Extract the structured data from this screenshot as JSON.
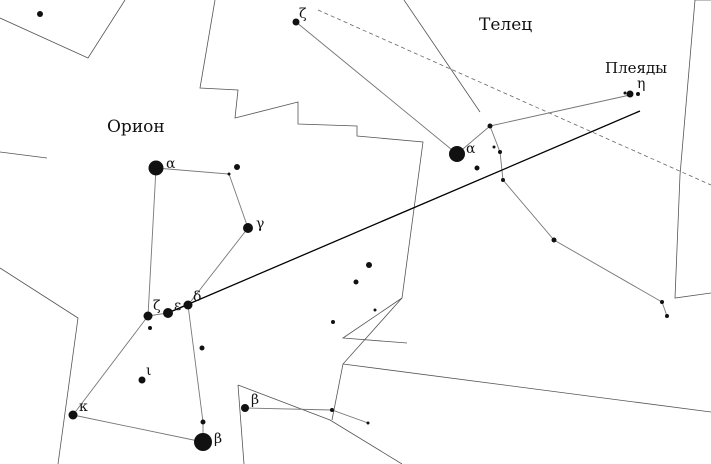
{
  "constellations": {
    "orion": "Орион",
    "taurus": "Телец",
    "pleiades": "Плеяды"
  },
  "labels": {
    "orion_alpha": "α",
    "orion_gamma": "γ",
    "orion_zeta": "ζ",
    "orion_epsilon": "ε",
    "orion_delta": "δ",
    "orion_iota": "ι",
    "orion_kappa": "κ",
    "orion_beta": "β",
    "taurus_alpha": "α",
    "taurus_zeta": "ζ",
    "taurus_eta": "η",
    "eridanus_beta": "β"
  },
  "colors": {
    "background": "#ffffff",
    "stars": "#111111",
    "boundaries": "#555555",
    "stick_lines": "#777777",
    "pointer_line": "#000000"
  }
}
